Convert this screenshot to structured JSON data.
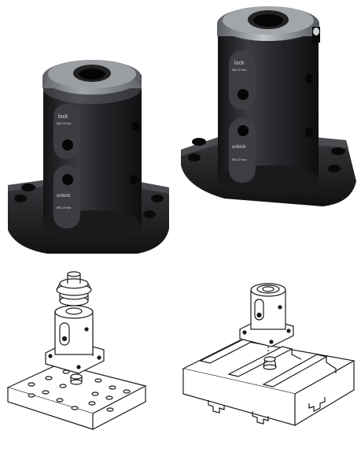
{
  "colors": {
    "background": "#ffffff",
    "metal_dark": "#1c1c1e",
    "metal_mid": "#2f3033",
    "steel_ring": "#8d9196",
    "line_art": "#1a1a1a"
  },
  "products": [
    {
      "name": "",
      "engraving": {
        "top_word": "lock",
        "top_spec": "M6 10 Nm",
        "bottom_word": "unlock",
        "bottom_spec": "M6 10 Nm"
      }
    },
    {
      "name": "",
      "engraving": {
        "top_word": "lock",
        "top_spec": "M6 10 Nm",
        "bottom_word": "unlock",
        "bottom_spec": "M6 10 Nm"
      }
    }
  ]
}
